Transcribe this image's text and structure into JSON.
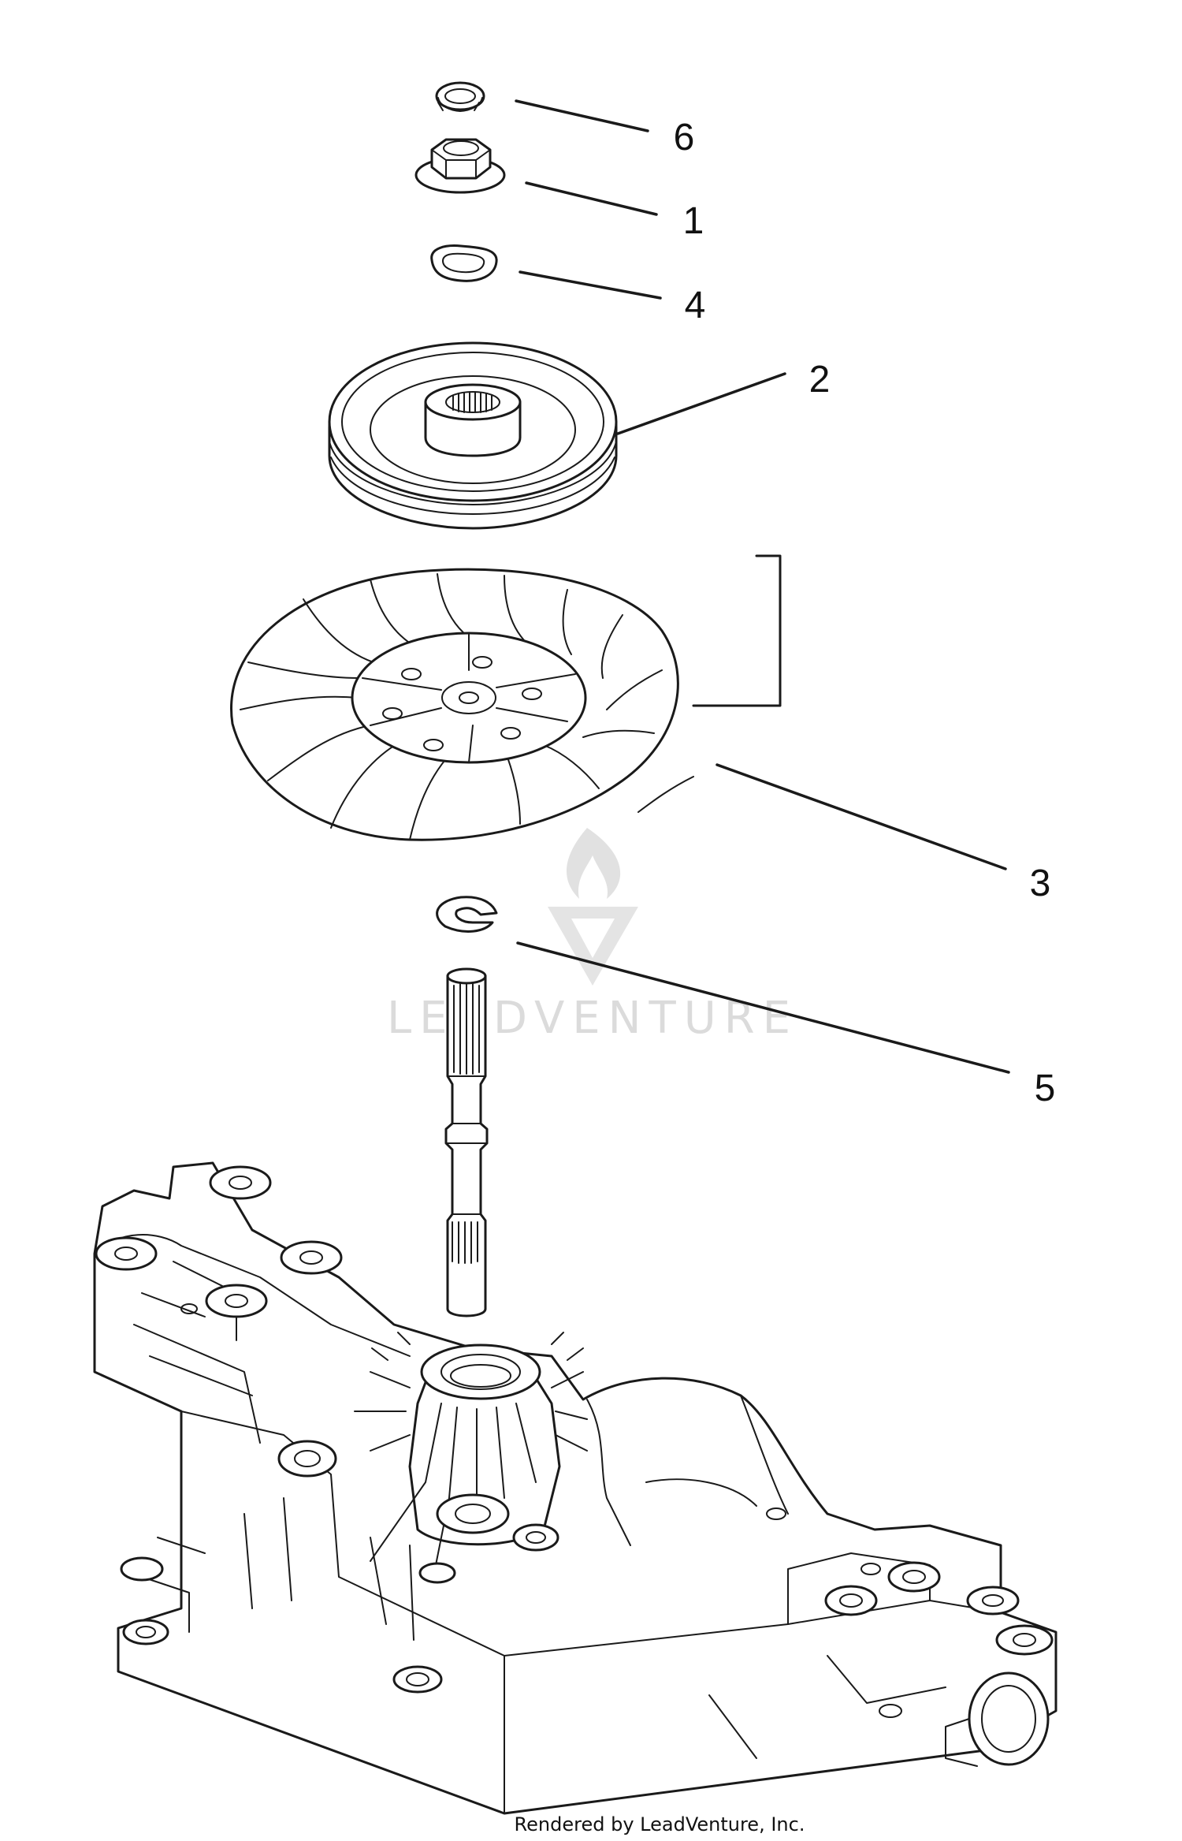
{
  "callouts": [
    {
      "number": "6",
      "part": "retaining-ring"
    },
    {
      "number": "1",
      "part": "hex-nut"
    },
    {
      "number": "4",
      "part": "spring-washer"
    },
    {
      "number": "2",
      "part": "pulley"
    },
    {
      "number": "3",
      "part": "cooling-fan"
    },
    {
      "number": "5",
      "part": "e-clip"
    }
  ],
  "footer": {
    "rendered_by": "Rendered by LeadVenture, Inc."
  },
  "watermark": {
    "text": "LEADVENTURE"
  }
}
